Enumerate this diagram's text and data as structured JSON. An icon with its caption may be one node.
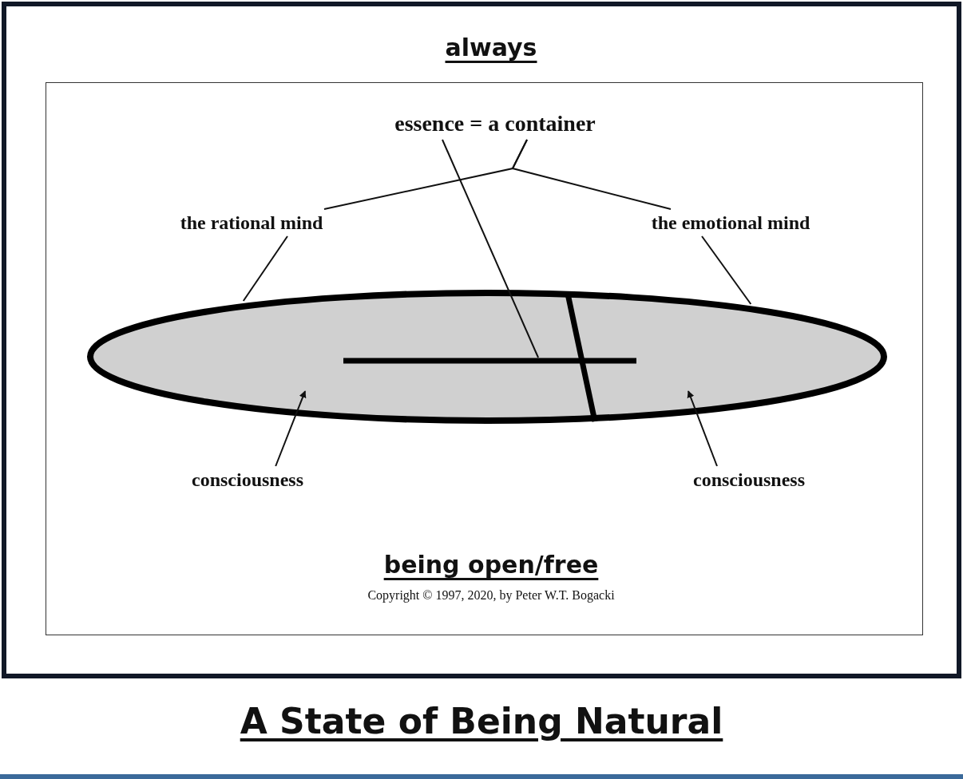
{
  "diagram": {
    "title": "A State of Being Natural",
    "nodes": [
      {
        "text": [],
        "shape": "ellipse"
      },
      {
        "text": [
          "essence = a container"
        ]
      },
      {
        "text": [
          "the rational mind"
        ]
      },
      {
        "text": [
          "the emotional mind"
        ]
      },
      {
        "text": [
          "consciousness"
        ]
      },
      {
        "text": [
          "consciousness"
        ]
      },
      {
        "text": [],
        "shape": "cross",
        "in": 0
      }
    ],
    "edges": [
      {
        "from": 1,
        "to": 2,
        "arrow": "none"
      },
      {
        "from": 1,
        "to": 3,
        "arrow": "none"
      },
      {
        "from": 1,
        "to": 6,
        "arrow": "none"
      },
      {
        "from": 2,
        "to": 0,
        "arrow": "none"
      },
      {
        "from": 3,
        "to": 0,
        "arrow": "none"
      },
      {
        "from": 4,
        "to": 0,
        "arrow": "to"
      },
      {
        "from": 5,
        "to": 0,
        "arrow": "to"
      }
    ],
    "labels": [
      "always",
      "being open/free",
      "Copyright © 1997, 2020, by Peter W.T. Bogacki"
    ]
  }
}
